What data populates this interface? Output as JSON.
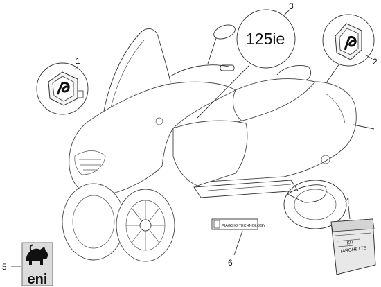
{
  "callouts": {
    "c1": "1",
    "c2": "2",
    "c3": "3",
    "c4": "4",
    "c5": "5",
    "c6": "6"
  },
  "badge_text": "125ie",
  "plate_text": "PIAGGIO TECHNOLOGY",
  "kit_line1": "KIT",
  "kit_line2": "TARGHETTE",
  "eni_text": "eni",
  "colors": {
    "line": "#333333",
    "eni_bg": "#dddddd",
    "eni_dog": "#111111"
  }
}
